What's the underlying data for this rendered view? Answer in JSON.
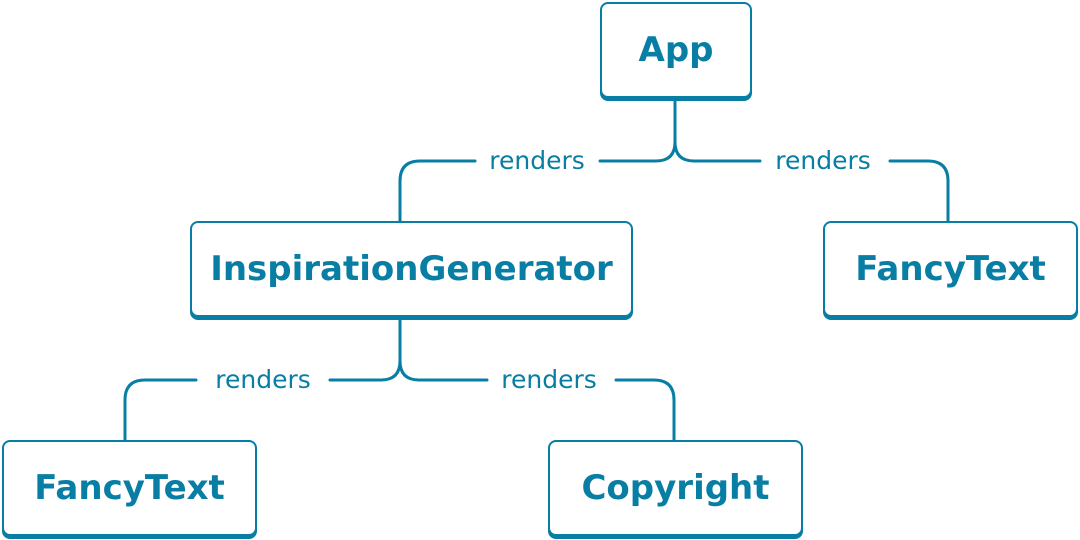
{
  "colors": {
    "stroke": "#087ea4",
    "background": "#ffffff"
  },
  "nodes": {
    "app": "App",
    "inspiration_generator": "InspirationGenerator",
    "fancy_text_top": "FancyText",
    "fancy_text_bottom": "FancyText",
    "copyright": "Copyright"
  },
  "edges": {
    "app_to_inspiration": "renders",
    "app_to_fancytext": "renders",
    "inspiration_to_fancytext": "renders",
    "inspiration_to_copyright": "renders"
  }
}
